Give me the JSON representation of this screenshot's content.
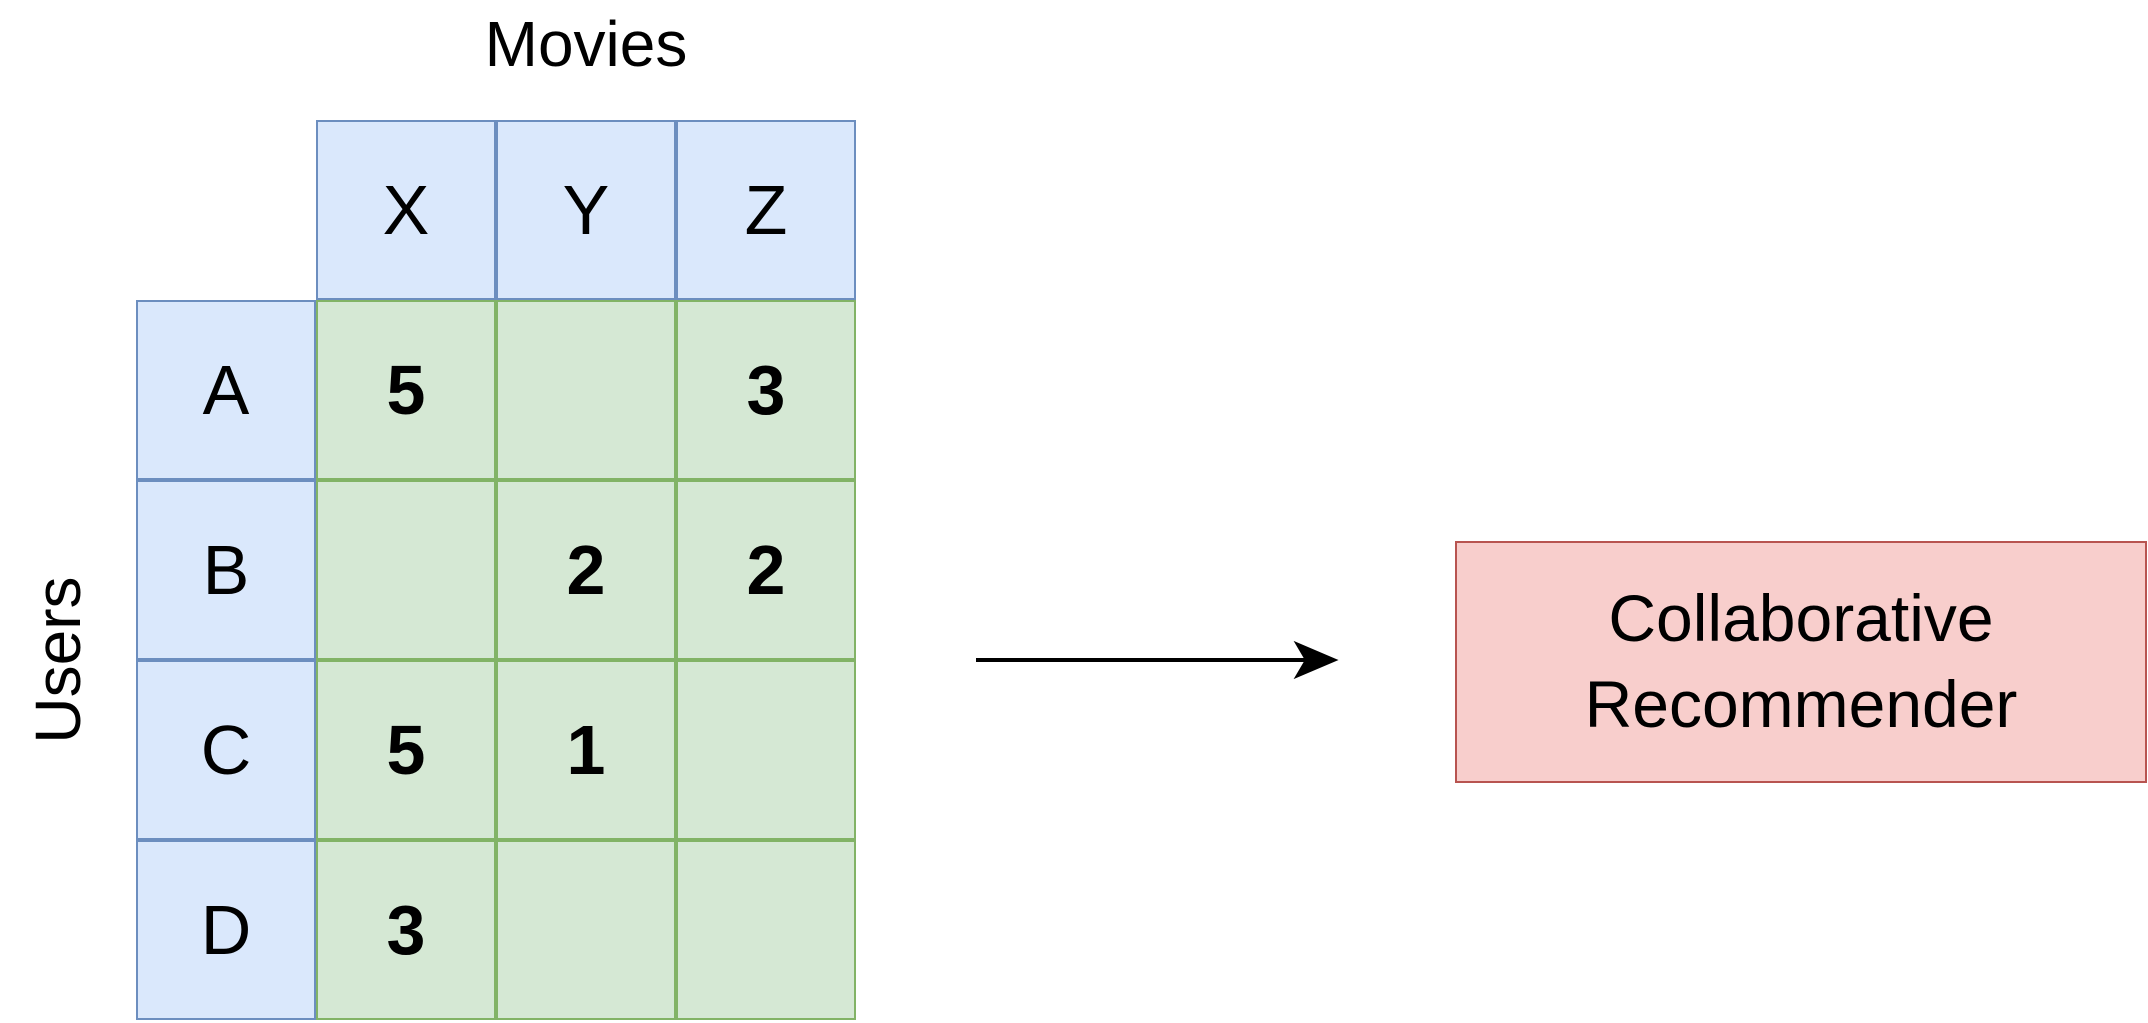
{
  "matrix": {
    "columns_title": "Movies",
    "rows_title": "Users",
    "movies": [
      "X",
      "Y",
      "Z"
    ],
    "users": [
      "A",
      "B",
      "C",
      "D"
    ],
    "ratings": [
      [
        "5",
        "",
        "3"
      ],
      [
        "",
        "2",
        "2"
      ],
      [
        "5",
        "1",
        ""
      ],
      [
        "3",
        "",
        ""
      ]
    ]
  },
  "recommender": {
    "line1": "Collaborative",
    "line2": "Recommender"
  },
  "colors": {
    "header_fill": "#dae8fc",
    "header_stroke": "#6c8ebf",
    "rating_fill": "#d5e8d4",
    "rating_stroke": "#82b366",
    "recommender_fill": "#f8cecc",
    "recommender_stroke": "#b85450"
  }
}
